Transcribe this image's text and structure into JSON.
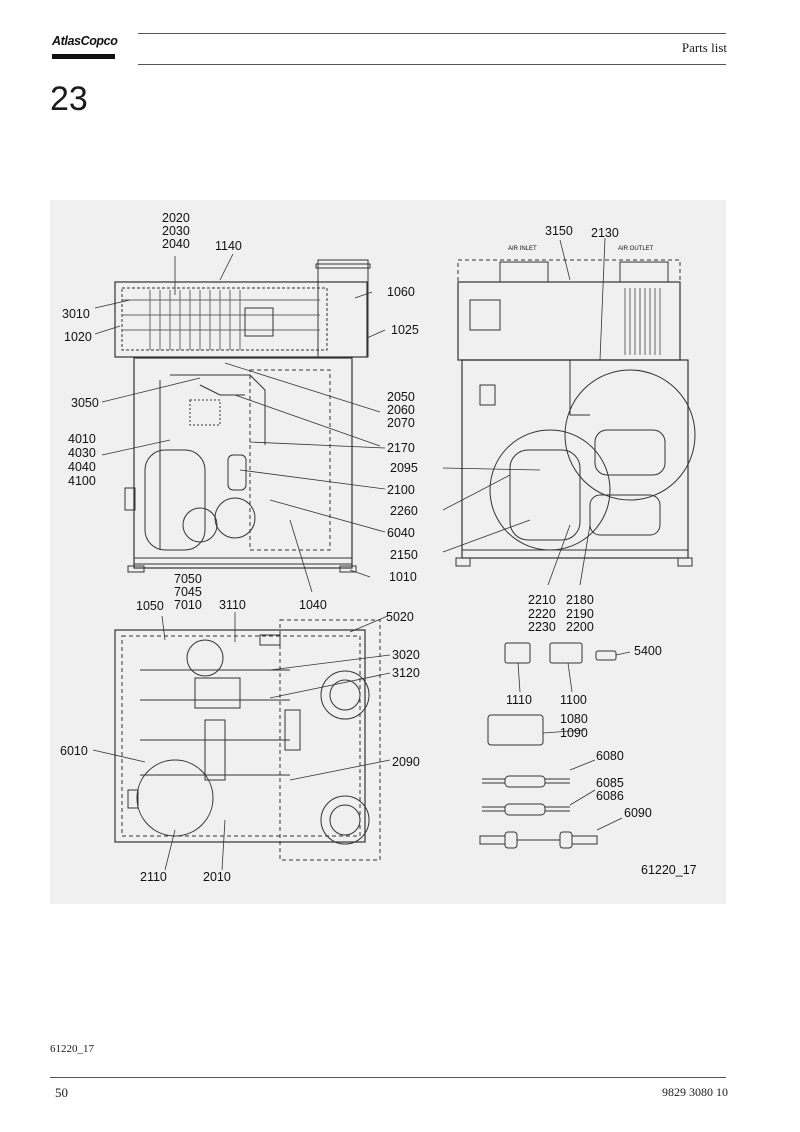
{
  "header": {
    "logo_text": "AtlasCopco",
    "section_title": "Parts list",
    "chapter_number": "23"
  },
  "figure": {
    "figure_ref": "61220_17",
    "labels_top_left": {
      "l2020": "2020",
      "l2030": "2030",
      "l2040": "2040",
      "l1140": "1140",
      "l3010": "3010",
      "l1020": "1020",
      "l1060": "1060",
      "l1025": "1025",
      "l3050": "3050",
      "l2050": "2050",
      "l2060": "2060",
      "l2070": "2070",
      "l4010": "4010",
      "l4030": "4030",
      "l4040": "4040",
      "l4100": "4100",
      "l2170": "2170",
      "l2100": "2100",
      "l6040": "6040",
      "l1010": "1010",
      "l1040": "1040"
    },
    "labels_top_right": {
      "l3150": "3150",
      "l2130": "2130",
      "air_inlet": "AIR INLET",
      "air_outlet": "AIR OUTLET",
      "l2095": "2095",
      "l2260": "2260",
      "l2150": "2150",
      "l2210": "2210",
      "l2220": "2220",
      "l2230": "2230",
      "l2180": "2180",
      "l2190": "2190",
      "l2200": "2200"
    },
    "labels_bottom_left": {
      "l7050": "7050",
      "l7045": "7045",
      "l7010": "7010",
      "l1050": "1050",
      "l3110": "3110",
      "l5020": "5020",
      "l3020": "3020",
      "l3120": "3120",
      "l6010": "6010",
      "l2090": "2090",
      "l2110": "2110",
      "l2010": "2010"
    },
    "labels_bottom_right": {
      "l5400": "5400",
      "l1110": "1110",
      "l1100": "1100",
      "l1080": "1080",
      "l1090": "1090",
      "l6080": "6080",
      "l6085": "6085",
      "l6086": "6086",
      "l6090": "6090"
    }
  },
  "footer": {
    "figure_ref": "61220_17",
    "page_number": "50",
    "document_number": "9829 3080 10"
  }
}
